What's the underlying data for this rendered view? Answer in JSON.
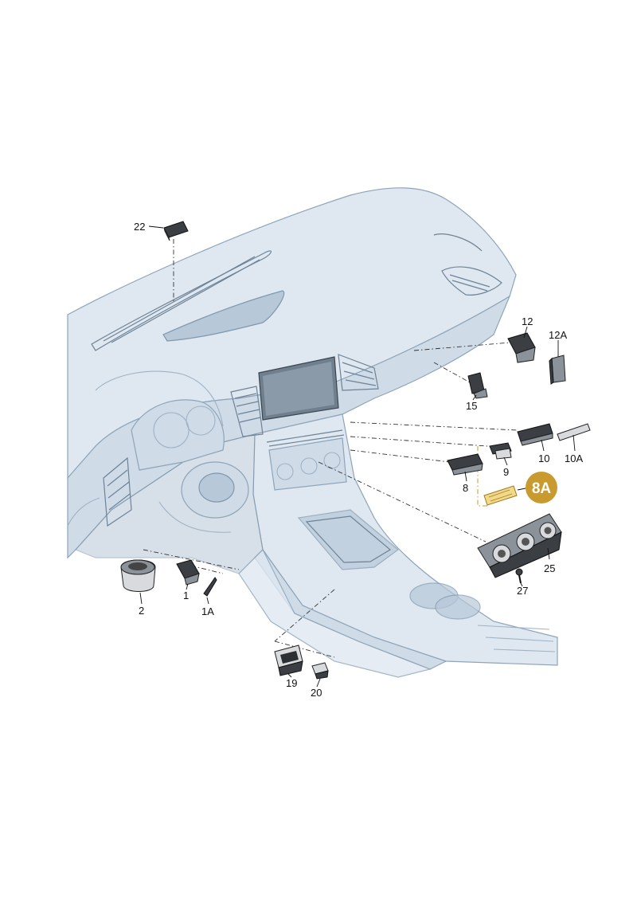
{
  "callouts": {
    "p22": "22",
    "p12": "12",
    "p12a": "12A",
    "p15": "15",
    "p10": "10",
    "p10a": "10A",
    "p9": "9",
    "p8": "8",
    "p8a": "8A",
    "p25": "25",
    "p27": "27",
    "p2": "2",
    "p1": "1",
    "p1a": "1A",
    "p19": "19",
    "p20": "20"
  },
  "colors": {
    "highlight_badge": "#c99a2e",
    "highlight_part": "#f2d98a",
    "dashboard_body": "#dfe8f1",
    "dashboard_outline": "#8ea4b8"
  }
}
